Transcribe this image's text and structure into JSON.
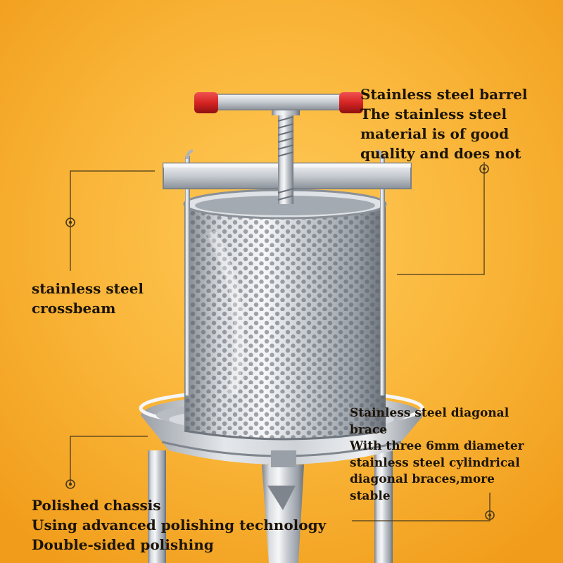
{
  "colors": {
    "background_center": "#fbbd44",
    "background_edge": "#f4a41f",
    "steel_light": "#eef0f2",
    "steel_mid": "#b7bcc3",
    "steel_dark": "#6f757d",
    "handle_cap": "#d62424",
    "callout_line": "#4a3a1c",
    "text": "#1c1408"
  },
  "icons": {
    "callout_marker": "target-dot-icon"
  },
  "labels": {
    "barrel": {
      "lines": [
        "Stainless steel barrel",
        "The stainless steel",
        "material is of good",
        "quality and does not"
      ]
    },
    "crossbeam": {
      "lines": [
        "stainless steel",
        "crossbeam"
      ]
    },
    "brace": {
      "lines": [
        "Stainless steel diagonal",
        "brace",
        "With three 6mm diameter",
        "stainless steel cylindrical",
        "diagonal braces,more",
        "stable"
      ]
    },
    "chassis": {
      "lines": [
        "Polished chassis",
        "Using advanced polishing technology",
        "Double-sided polishing"
      ]
    }
  }
}
